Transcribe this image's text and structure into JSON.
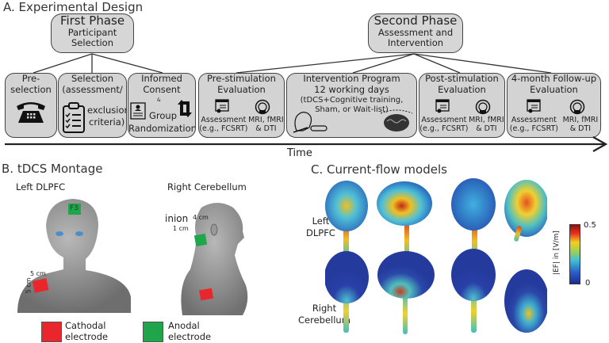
{
  "panel_a": {
    "title": "A. Experimental Design",
    "first_phase": {
      "title": "First Phase",
      "subtitle_1": "Participant",
      "subtitle_2": "Selection"
    },
    "second_phase": {
      "title": "Second Phase",
      "subtitle_1": "Assessment and",
      "subtitle_2": "Intervention"
    },
    "stages": [
      {
        "lines": [
          "Pre-",
          "selection"
        ],
        "icon": "telephone-icon"
      },
      {
        "lines": [
          "Selection",
          "(assessment/",
          "exclusion",
          "criteria)"
        ],
        "icon": "clipboard-checklist-icon"
      },
      {
        "lines": [
          "Informed",
          "Consent",
          "&",
          "Group",
          "Randomization"
        ],
        "icons": [
          "consent-form-icon",
          "shuffle-arrows-icon"
        ]
      },
      {
        "lines": [
          "Pre-stimulation",
          "Evaluation"
        ],
        "left": [
          "Assessment",
          "(e.g., FCSRT)"
        ],
        "right": [
          "MRI, fMRI",
          "& DTI"
        ]
      },
      {
        "lines": [
          "Intervention Program",
          "12 working days",
          "(tDCS+Cognitive training,",
          "Sham, or Wait-list)"
        ],
        "icons": [
          "head-with-tdcs-icon",
          "brain-icon"
        ]
      },
      {
        "lines": [
          "Post-stimulation",
          "Evaluation"
        ],
        "left": [
          "Assessment",
          "(e.g., FCSRT)"
        ],
        "right": [
          "MRI, fMRI",
          "& DTI"
        ]
      },
      {
        "lines": [
          "4-month Follow-up",
          "Evaluation"
        ],
        "left": [
          "Assessment",
          "(e.g., FCSRT)"
        ],
        "right": [
          "MRI, fMRI",
          "& DTI"
        ]
      }
    ],
    "timeline_label": "Time"
  },
  "panel_b": {
    "title": "B. tDCS Montage",
    "left_label": "Left DLPFC",
    "right_label": "Right Cerebellum",
    "f3_label": "F3",
    "inion_label": "inion",
    "dist_4cm": "4 cm",
    "dist_1cm": "1 cm",
    "dist_5cm_a": "5 cm",
    "dist_5cm_b": "5 cm",
    "legend": [
      {
        "color": "#e8262b",
        "line1": "Cathodal",
        "line2": "electrode"
      },
      {
        "color": "#1fa64a",
        "line1": "Anodal",
        "line2": "electrode"
      }
    ]
  },
  "panel_c": {
    "title": "C. Current-flow models",
    "row_labels": [
      [
        "Left",
        "DLPFC"
      ],
      [
        "Right",
        "Cerebellum"
      ]
    ],
    "colorbar": {
      "label": "|EF| in [V/m]",
      "max": "0.5",
      "min": "0"
    }
  },
  "colors": {
    "box_fill": "#d3d3d3",
    "cathodal": "#e8262b",
    "anodal": "#1fa64a",
    "head": "#8c8c8c"
  }
}
